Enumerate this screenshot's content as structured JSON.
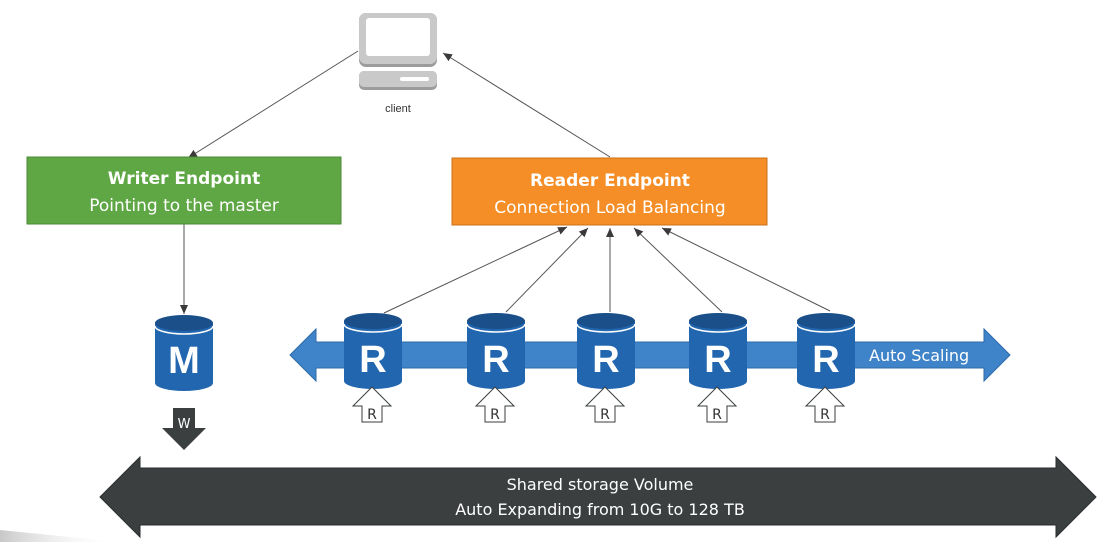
{
  "client": {
    "label": "client",
    "icon": "desktop-computer-icon"
  },
  "writer_endpoint": {
    "title": "Writer Endpoint",
    "subtitle": "Pointing to the master",
    "color": "#5fa744"
  },
  "reader_endpoint": {
    "title": "Reader Endpoint",
    "subtitle": "Connection Load Balancing",
    "color": "#f58e26"
  },
  "master": {
    "letter": "M",
    "write_label": "W"
  },
  "replicas": [
    {
      "letter": "R",
      "read_label": "R"
    },
    {
      "letter": "R",
      "read_label": "R"
    },
    {
      "letter": "R",
      "read_label": "R"
    },
    {
      "letter": "R",
      "read_label": "R"
    },
    {
      "letter": "R",
      "read_label": "R"
    }
  ],
  "auto_scaling": {
    "label": "Auto Scaling",
    "color": "#3f84c8"
  },
  "storage": {
    "line1": "Shared storage Volume",
    "line2": "Auto Expanding from 10G to 128 TB",
    "color": "#3b3f3f"
  },
  "colors": {
    "db_blue": "#2266b0",
    "db_dark": "#1a4f8a",
    "connector": "#555555"
  }
}
